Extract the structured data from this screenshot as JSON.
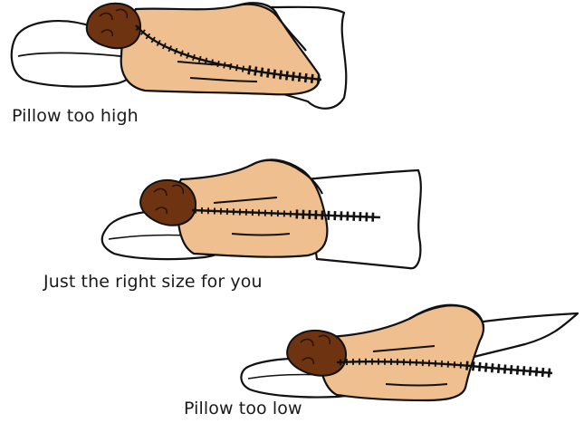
{
  "captions": {
    "high": "Pillow too high",
    "right": "Just the right size for you",
    "low": "Pillow too low"
  },
  "colors": {
    "skin": "#efbf8f",
    "hair": "#6e3412",
    "pillow": "#ffffff",
    "outline": "#111111",
    "spine": "#111111"
  }
}
